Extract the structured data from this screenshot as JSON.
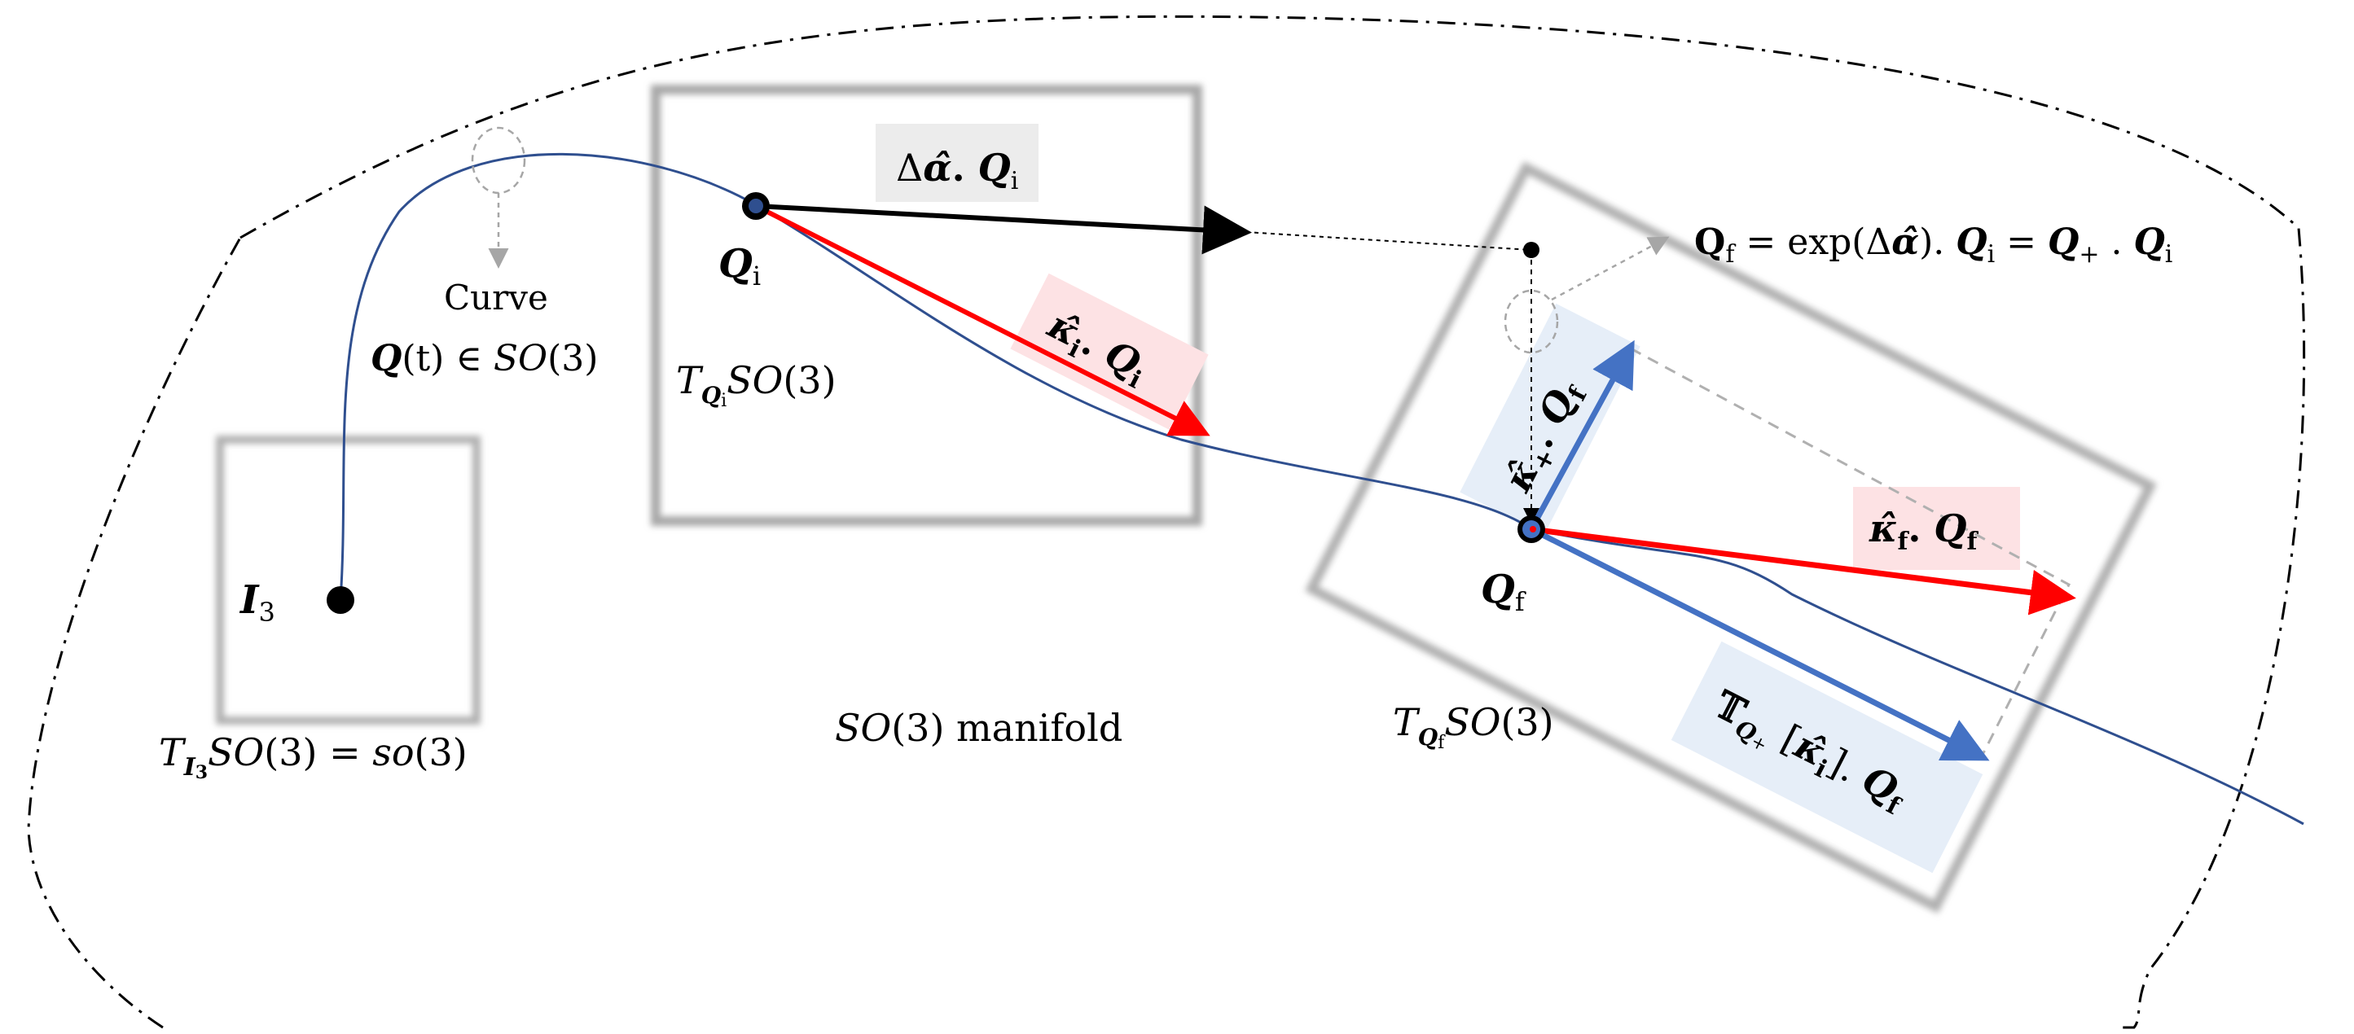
{
  "manifold": {
    "name_main": "SO",
    "name_arg": "(3) manifold"
  },
  "curve": {
    "word": "Curve",
    "Q": "Q",
    "t": "(t) ∈ ",
    "so3": "SO",
    "so3_arg": "(3)"
  },
  "identity": {
    "I": "I",
    "I_sub": "3"
  },
  "tangent_identity": {
    "T": "T",
    "sub": "I",
    "sub_sub": "3",
    "rest": "SO",
    "rest2": "(3) = ",
    "so": "so",
    "so_arg": "(3)"
  },
  "point_i": {
    "Q": "Q",
    "sub": "i"
  },
  "point_f": {
    "Q": "Q",
    "sub": "f"
  },
  "tangent_i": {
    "T": "T",
    "sub_Q": "Q",
    "sub_i": "i",
    "rest": "SO",
    "rest2": "(3)"
  },
  "tangent_f": {
    "T": "T",
    "sub_Q": "Q",
    "sub_f": "f",
    "rest": "SO",
    "rest2": "(3)"
  },
  "delta_alpha_label": {
    "delta": "Δ",
    "alpha": "α̂",
    "dot": ". ",
    "Q": "Q",
    "sub": "i"
  },
  "kappa_i_label": {
    "kappa": "κ̂",
    "sub": "i",
    "dot": ". ",
    "Q": "Q",
    "qsub": "i"
  },
  "kappa_plus_label": {
    "kappa": "κ̂",
    "sub": "+",
    "dot": ". ",
    "Q": "Q",
    "qsub": "f"
  },
  "kappa_f_label": {
    "kappa": "κ̂",
    "sub": "f",
    "dot": ". ",
    "Q": "Q",
    "qsub": "f"
  },
  "transport_label": {
    "T": "𝕋",
    "sub_Q": "Q",
    "sub_plus": "+",
    "bracket_open": " [",
    "kappa": "κ̂",
    "ksub": "i",
    "bracket_close": "]. ",
    "Q": "Q",
    "qsub": "f"
  },
  "equation": {
    "Q": "Q",
    "sub_f": "f",
    "eq1": " = exp(Δ",
    "alpha": "α̂",
    "eq2": "). ",
    "Q2": "Q",
    "sub_i": "i",
    "eq3": " = ",
    "Q3": "Q",
    "sub_plus": "+",
    "eq4": " . ",
    "Q4": "Q",
    "sub_i2": "i"
  },
  "colors": {
    "curve": "#2f4f8f",
    "red_vector": "#ff0000",
    "blue_vector": "#4472c4",
    "black_vector": "#000000",
    "pink_box": "#fde2e4",
    "blue_box": "#e6eef8",
    "grey_box": "#ececec",
    "guide": "#a6a6a6"
  }
}
